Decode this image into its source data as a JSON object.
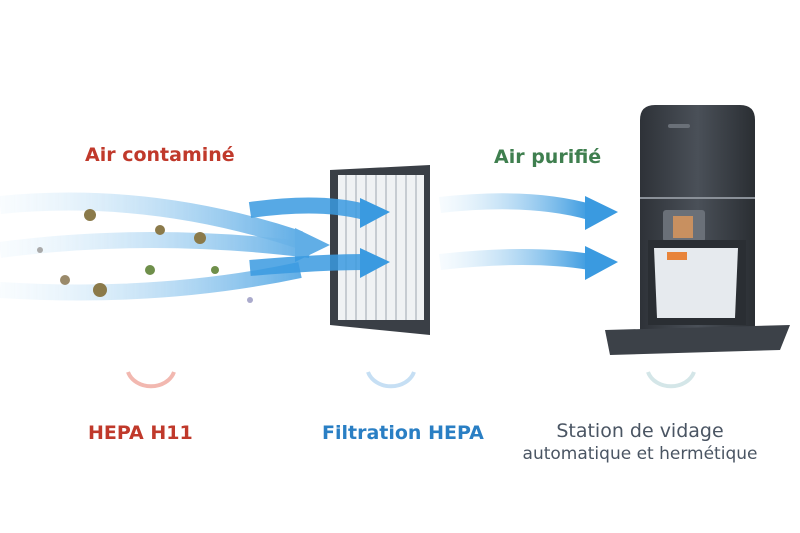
{
  "labels": {
    "contaminated": "Air contaminé",
    "purified": "Air purifié",
    "step1": "HEPA H11",
    "step2": "Filtration HEPA",
    "step3_line1": "Station de vidage",
    "step3_line2": "automatique et hermétique"
  },
  "colors": {
    "red": "#c0392b",
    "green": "#3f7f4f",
    "blue": "#2a7fc4",
    "gray": "#4a5563",
    "arrow": "#3ea0e0",
    "station": "#3c4148"
  }
}
